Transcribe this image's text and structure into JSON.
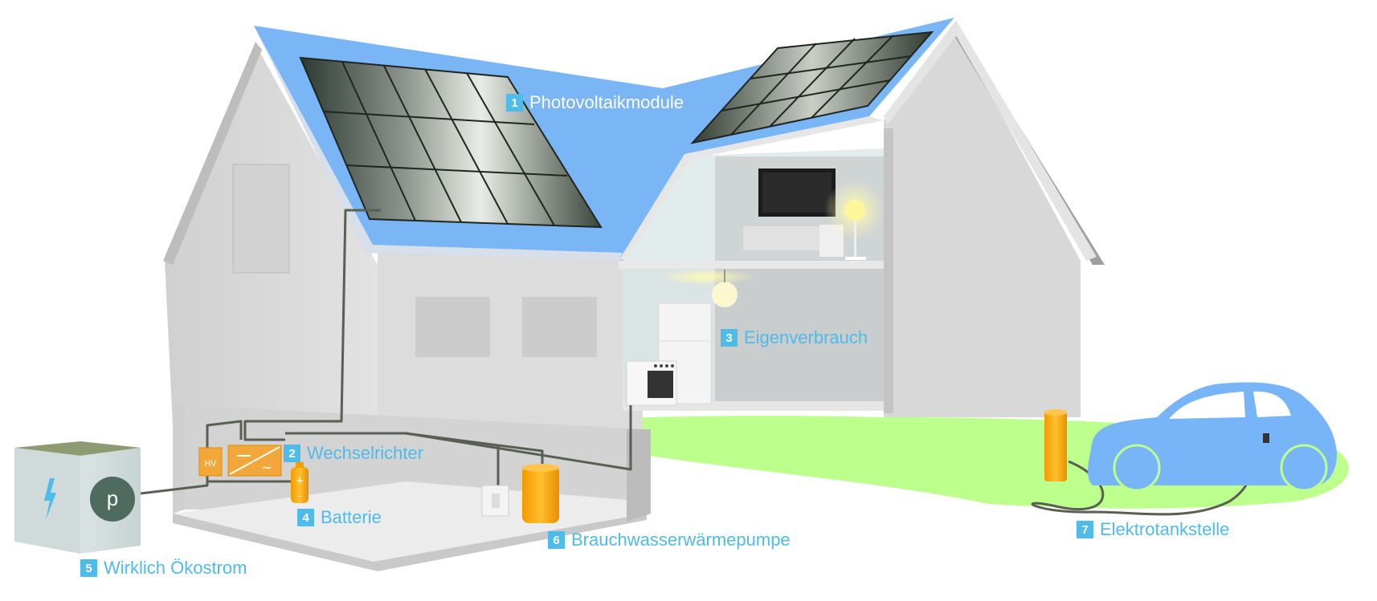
{
  "colors": {
    "label": "#4fbbe8",
    "roof": "#7ab5f6",
    "grass": "#bdff8c",
    "wall": "#d6d6d6",
    "battery": "#ffad0a",
    "car": "#78b4f8"
  },
  "labels": [
    {
      "num": "1",
      "text": "Photovoltaikmodule"
    },
    {
      "num": "2",
      "text": "Wechselrichter"
    },
    {
      "num": "3",
      "text": "Eigenverbrauch"
    },
    {
      "num": "4",
      "text": "Batterie"
    },
    {
      "num": "5",
      "text": "Wirklich Ökostrom"
    },
    {
      "num": "6",
      "text": "Brauchwasserwärmepumpe"
    },
    {
      "num": "7",
      "text": "Elektrotankstelle"
    }
  ],
  "devices": {
    "inverter_hv": "HV",
    "inverter_symbol": "~",
    "battery_plus": "+",
    "battery_minus": "-",
    "grid_box_letter": "p"
  }
}
